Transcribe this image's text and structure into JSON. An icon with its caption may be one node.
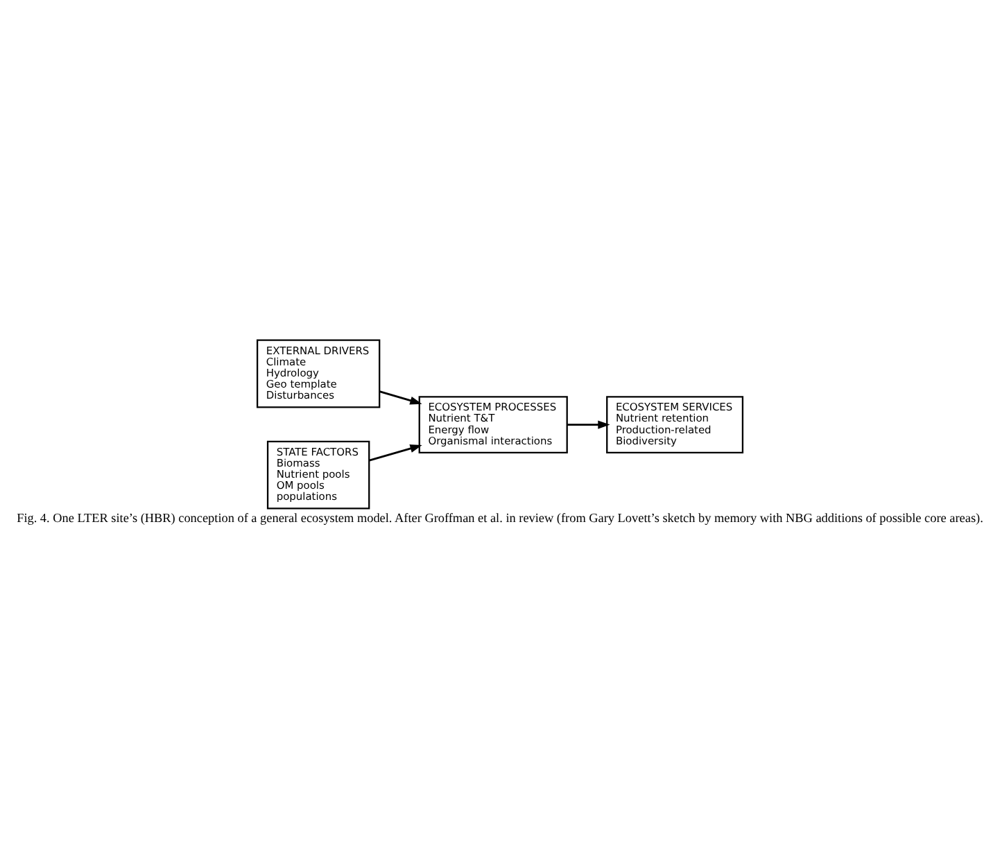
{
  "diagram": {
    "caption": "Fig. 4. One LTER site’s (HBR) conception of a general ecosystem model. After Groffman et al. in review (from Gary Lovett’s sketch by memory with NBG additions of possible core areas).",
    "nodes": [
      {
        "text": [
          "EXTERNAL DRIVERS",
          "Climate",
          "Hydrology",
          "Geo template",
          "Disturbances"
        ]
      },
      {
        "text": [
          "ECOSYSTEM PROCESSES",
          "Nutrient T&T",
          "Energy flow",
          "Organismal interactions"
        ]
      },
      {
        "text": [
          "ECOSYSTEM SERVICES",
          "Nutrient retention",
          "Production-related",
          "Biodiversity"
        ]
      },
      {
        "text": [
          "STATE FACTORS",
          "Biomass",
          "Nutrient pools",
          "OM pools",
          "populations"
        ]
      }
    ],
    "edges": [
      {
        "from": 0,
        "to": 1,
        "arrow": "to"
      },
      {
        "from": 1,
        "to": 2,
        "arrow": "to"
      },
      {
        "from": 3,
        "to": 1,
        "arrow": "to"
      }
    ]
  }
}
